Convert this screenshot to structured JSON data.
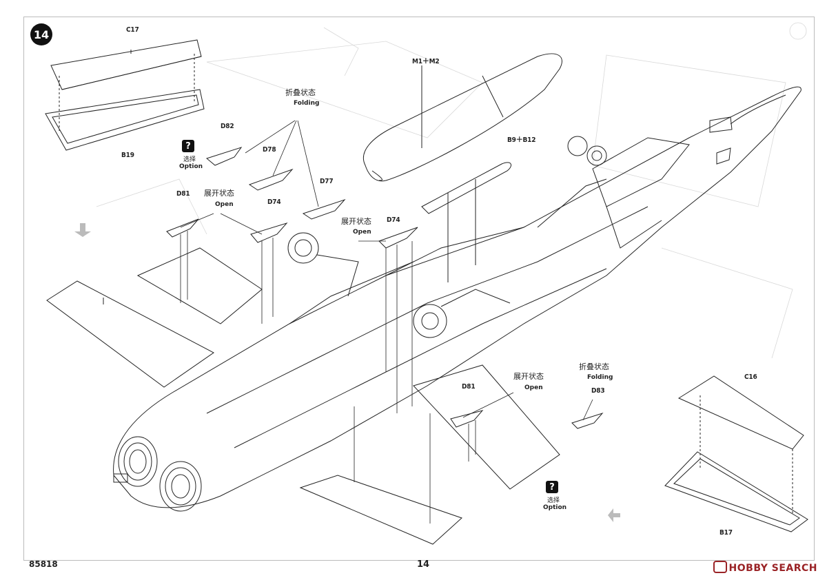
{
  "step": {
    "number": "14"
  },
  "labels": {
    "c17": "C17",
    "b19": "B19",
    "m1m2": "M1＋M2",
    "b9b12": "B9＋B12",
    "d82": "D82",
    "d78": "D78",
    "d77": "D77",
    "d81_left": "D81",
    "d74_left": "D74",
    "d74_right": "D74",
    "d81_right": "D81",
    "d83": "D83",
    "c16": "C16",
    "b17": "B17"
  },
  "callouts": {
    "folding_top": {
      "cn": "折叠状态",
      "en": "Folding"
    },
    "open_left": {
      "cn": "展开状态",
      "en": "Open"
    },
    "open_center": {
      "cn": "展开状态",
      "en": "Open"
    },
    "open_bottom": {
      "cn": "展开状态",
      "en": "Open"
    },
    "folding_bottom": {
      "cn": "折叠状态",
      "en": "Folding"
    }
  },
  "options": {
    "top": {
      "icon": "?",
      "cn": "选择",
      "en": "Option"
    },
    "bottom": {
      "icon": "?",
      "cn": "选择",
      "en": "Option"
    }
  },
  "footer": {
    "product_code": "85818",
    "page_number": "14",
    "watermark": "HOBBY SEARCH"
  }
}
